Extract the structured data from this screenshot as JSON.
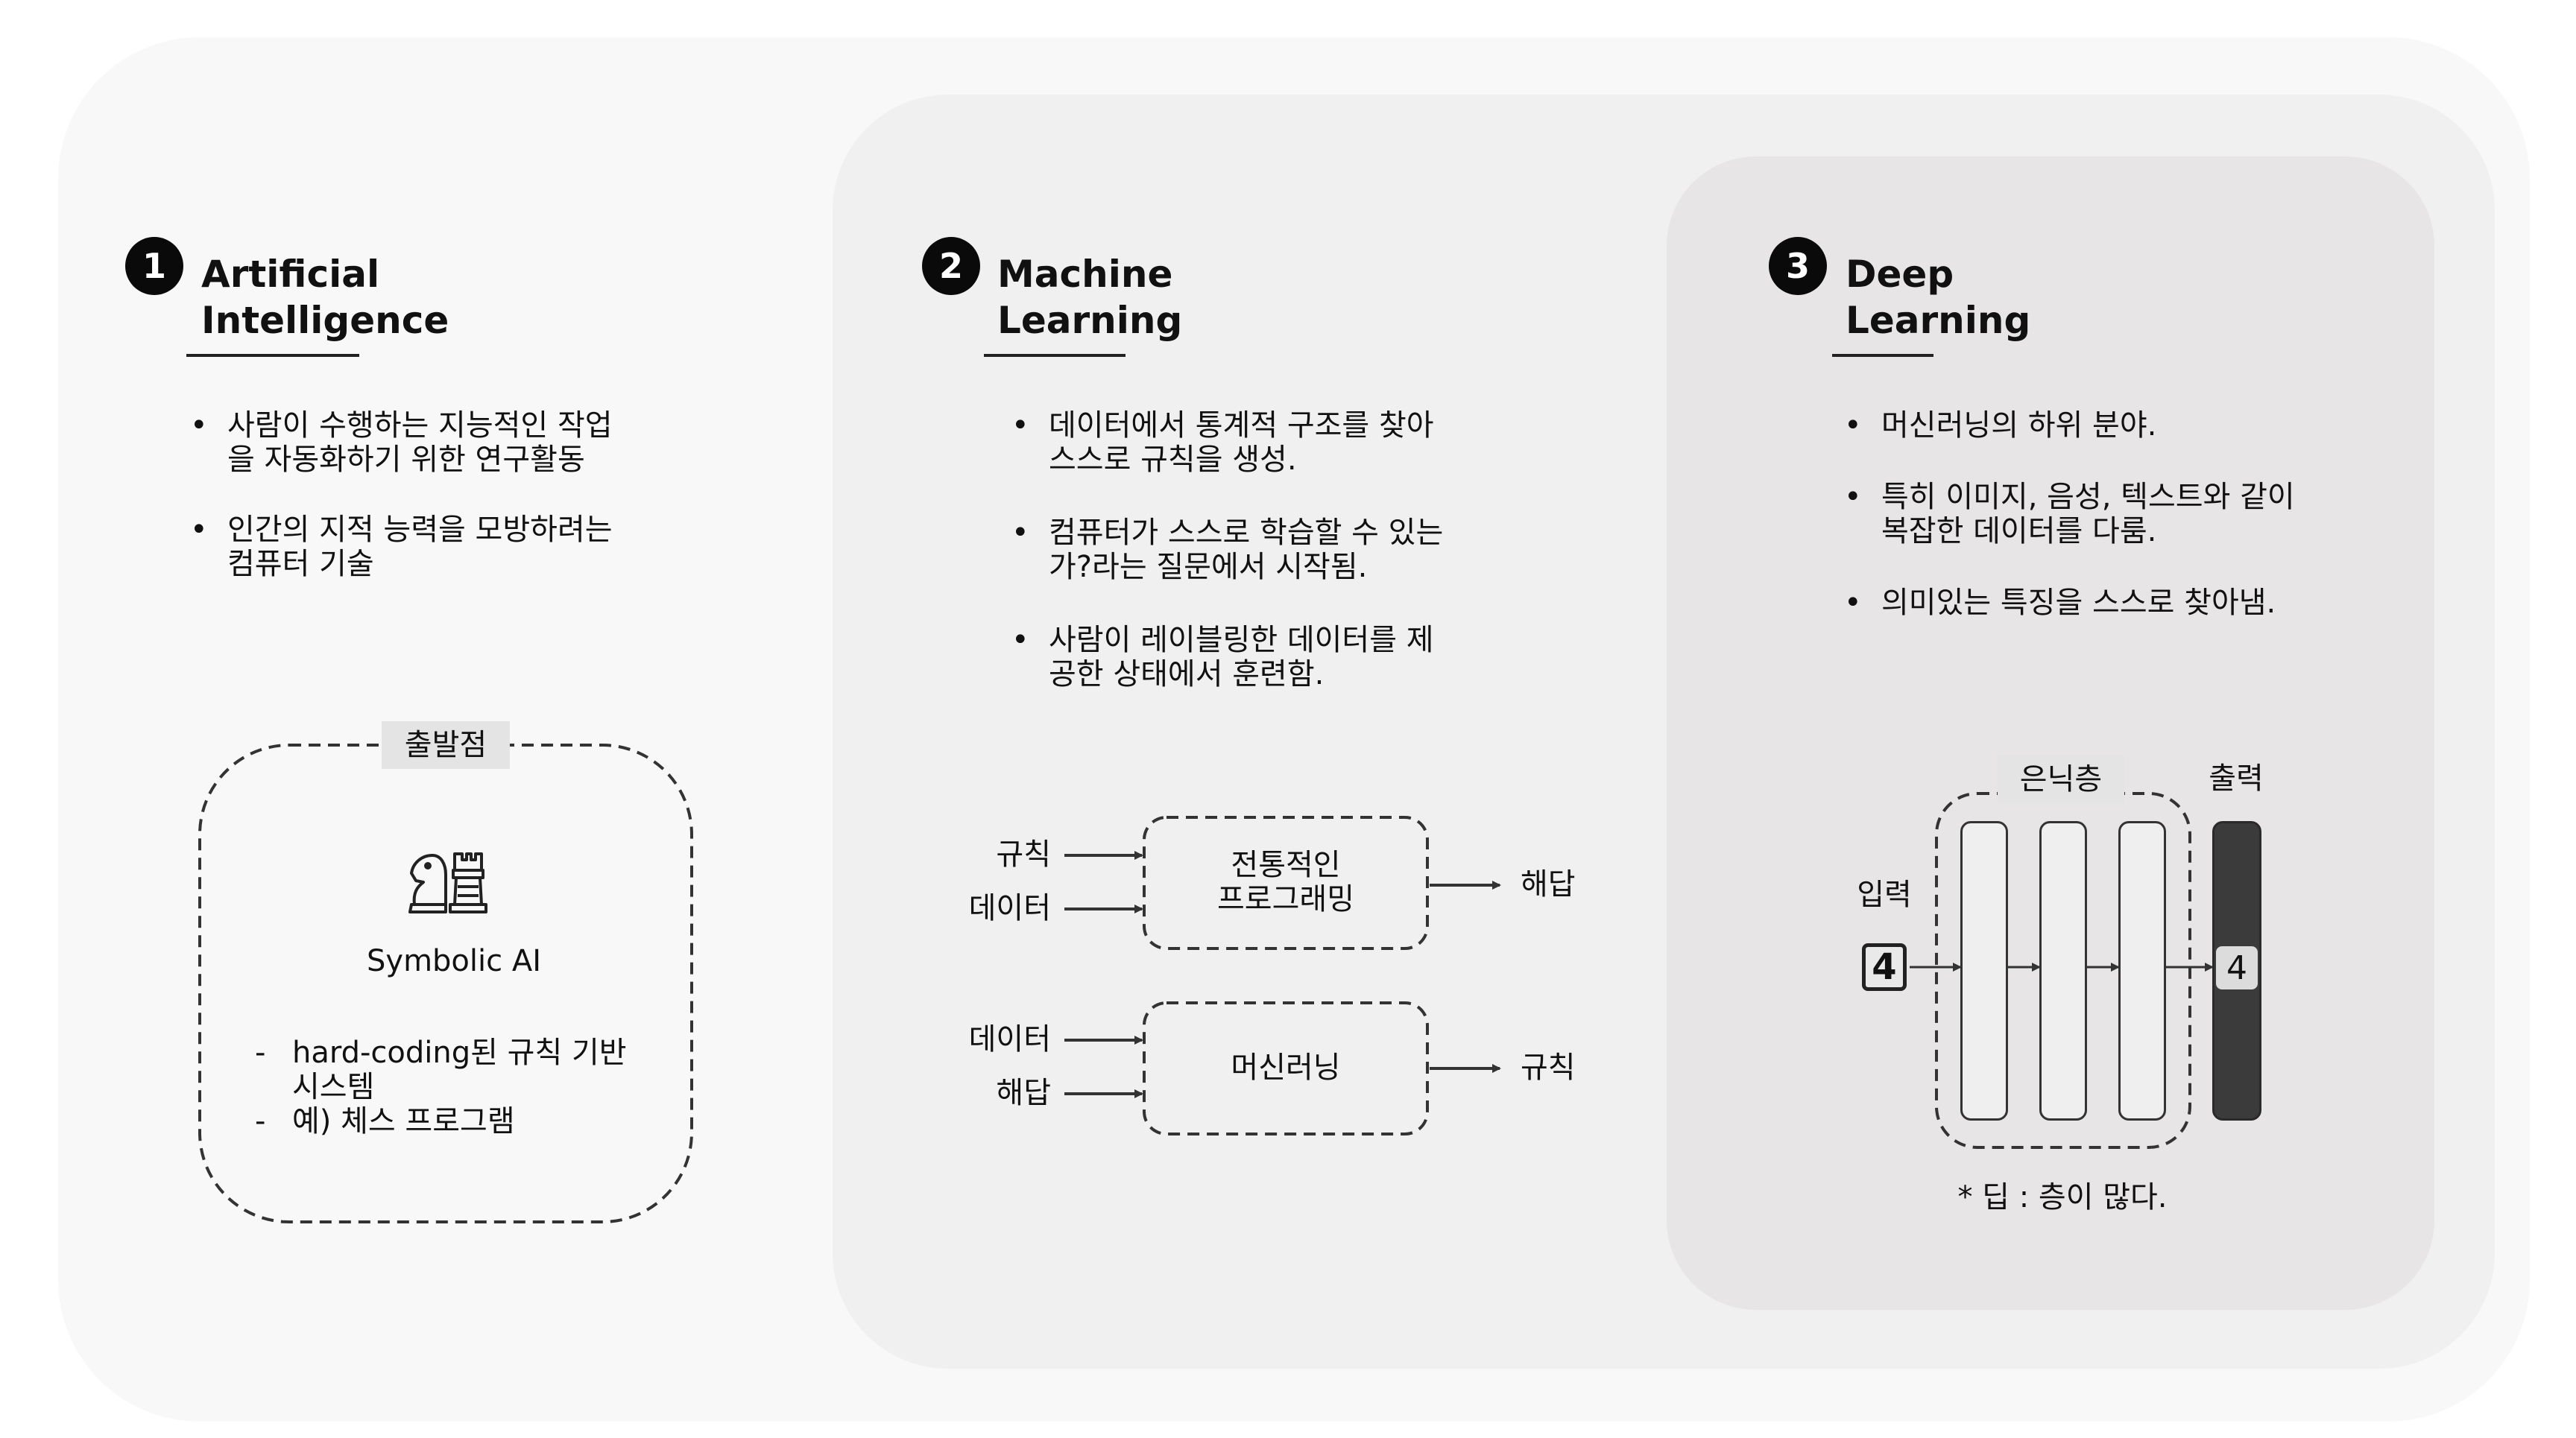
{
  "ai": {
    "number": "1",
    "title": "Artificial\nIntelligence",
    "bullets": [
      "사람이 수행하는 지능적인 작업\n을 자동화하기 위한 연구활동",
      "인간의 지적 능력을 모방하려는\n컴퓨터 기술"
    ],
    "origin": {
      "tag": "출발점",
      "icon": "chess-pieces-icon",
      "caption": "Symbolic AI",
      "items": [
        "hard-coding된 규칙 기반\n시스템",
        "예) 체스 프로그램"
      ]
    }
  },
  "ml": {
    "number": "2",
    "title": "Machine\nLearning",
    "bullets": [
      "데이터에서 통계적 구조를 찾아\n스스로 규칙을 생성.",
      "컴퓨터가 스스로 학습할 수 있는\n가?라는 질문에서 시작됨.",
      "사람이 레이블링한 데이터를 제\n공한 상태에서 훈련함."
    ],
    "traditional": {
      "input1": "규칙",
      "input2": "데이터",
      "box": "전통적인\n프로그래밍",
      "output": "해답"
    },
    "machine": {
      "input1": "데이터",
      "input2": "해답",
      "box": "머신러닝",
      "output": "규칙"
    }
  },
  "dl": {
    "number": "3",
    "title": "Deep\nLearning",
    "bullets": [
      "머신러닝의 하위 분야.",
      "특히 이미지, 음성, 텍스트와 같이\n복잡한 데이터를 다룸.",
      "의미있는 특징을 스스로 찾아냄."
    ],
    "network": {
      "hidden_label": "은닉층",
      "output_label": "출력",
      "input_label": "입력",
      "input_value": "4",
      "output_value": "4",
      "hidden_layers": 3,
      "note": "* 딥 : 층이 많다."
    }
  }
}
